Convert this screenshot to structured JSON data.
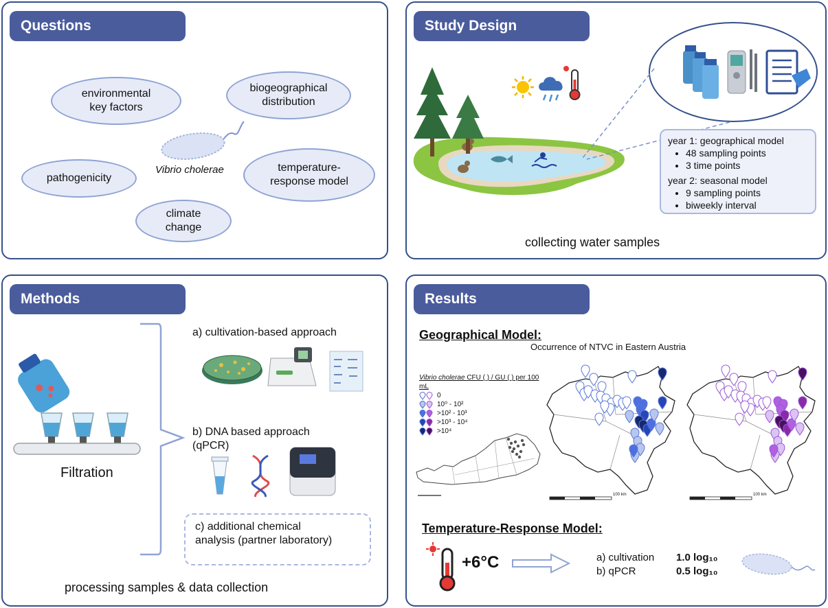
{
  "questions": {
    "title": "Questions",
    "bubbles": {
      "environmental": [
        "environmental",
        "key factors"
      ],
      "biogeographical": [
        "biogeographical",
        "distribution"
      ],
      "pathogenicity": [
        "pathogenicity"
      ],
      "temperature": [
        "temperature-",
        "response model"
      ],
      "climate": [
        "climate",
        "change"
      ]
    },
    "organism": "Vibrio cholerae"
  },
  "study_design": {
    "title": "Study Design",
    "year1": {
      "label": "year 1: geographical model",
      "items": [
        "48 sampling points",
        "3 time points"
      ]
    },
    "year2": {
      "label": "year 2: seasonal model",
      "items": [
        "9 sampling points",
        "biweekly interval"
      ]
    },
    "caption": "collecting water samples"
  },
  "methods": {
    "title": "Methods",
    "filtration": "Filtration",
    "approach_a": "a) cultivation-based approach",
    "approach_b": [
      "b) DNA based approach",
      "(qPCR)"
    ],
    "approach_c": [
      "c) additional chemical",
      "analysis (partner laboratory)"
    ],
    "caption": "processing samples & data collection"
  },
  "results": {
    "title": "Results",
    "geo_heading": "Geographical Model:",
    "geo_subtitle": "Occurrence of NTVC in Eastern Austria",
    "legend": {
      "title_italic": "Vibrio cholerae",
      "title_rest": "CFU (  ) / GU (  ) per 100 mL",
      "rows": [
        "0",
        "10⁰ - 10²",
        ">10² - 10³",
        ">10³ - 10⁴",
        ">10⁴"
      ],
      "cfu_colors": [
        "#ffffff",
        "#b8c6ee",
        "#4d6fe0",
        "#2546b8",
        "#16286e"
      ],
      "gu_colors": [
        "#ffffff",
        "#dcc4f2",
        "#b060e0",
        "#8a2aa8",
        "#4a1060"
      ]
    },
    "scale_label": "100 km",
    "temp_heading": "Temperature-Response Model:",
    "temp_delta": "+6°C",
    "cultivation_label": "a) cultivation",
    "cultivation_value": "1.0 log₁₀",
    "qpcr_label": "b) qPCR",
    "qpcr_value": "0.5 log₁₀"
  },
  "colors": {
    "panel_border": "#34508a",
    "header_bg": "#4a5c9c",
    "bubble_fill": "#e6ebf7",
    "bubble_border": "#8fa3d4"
  }
}
